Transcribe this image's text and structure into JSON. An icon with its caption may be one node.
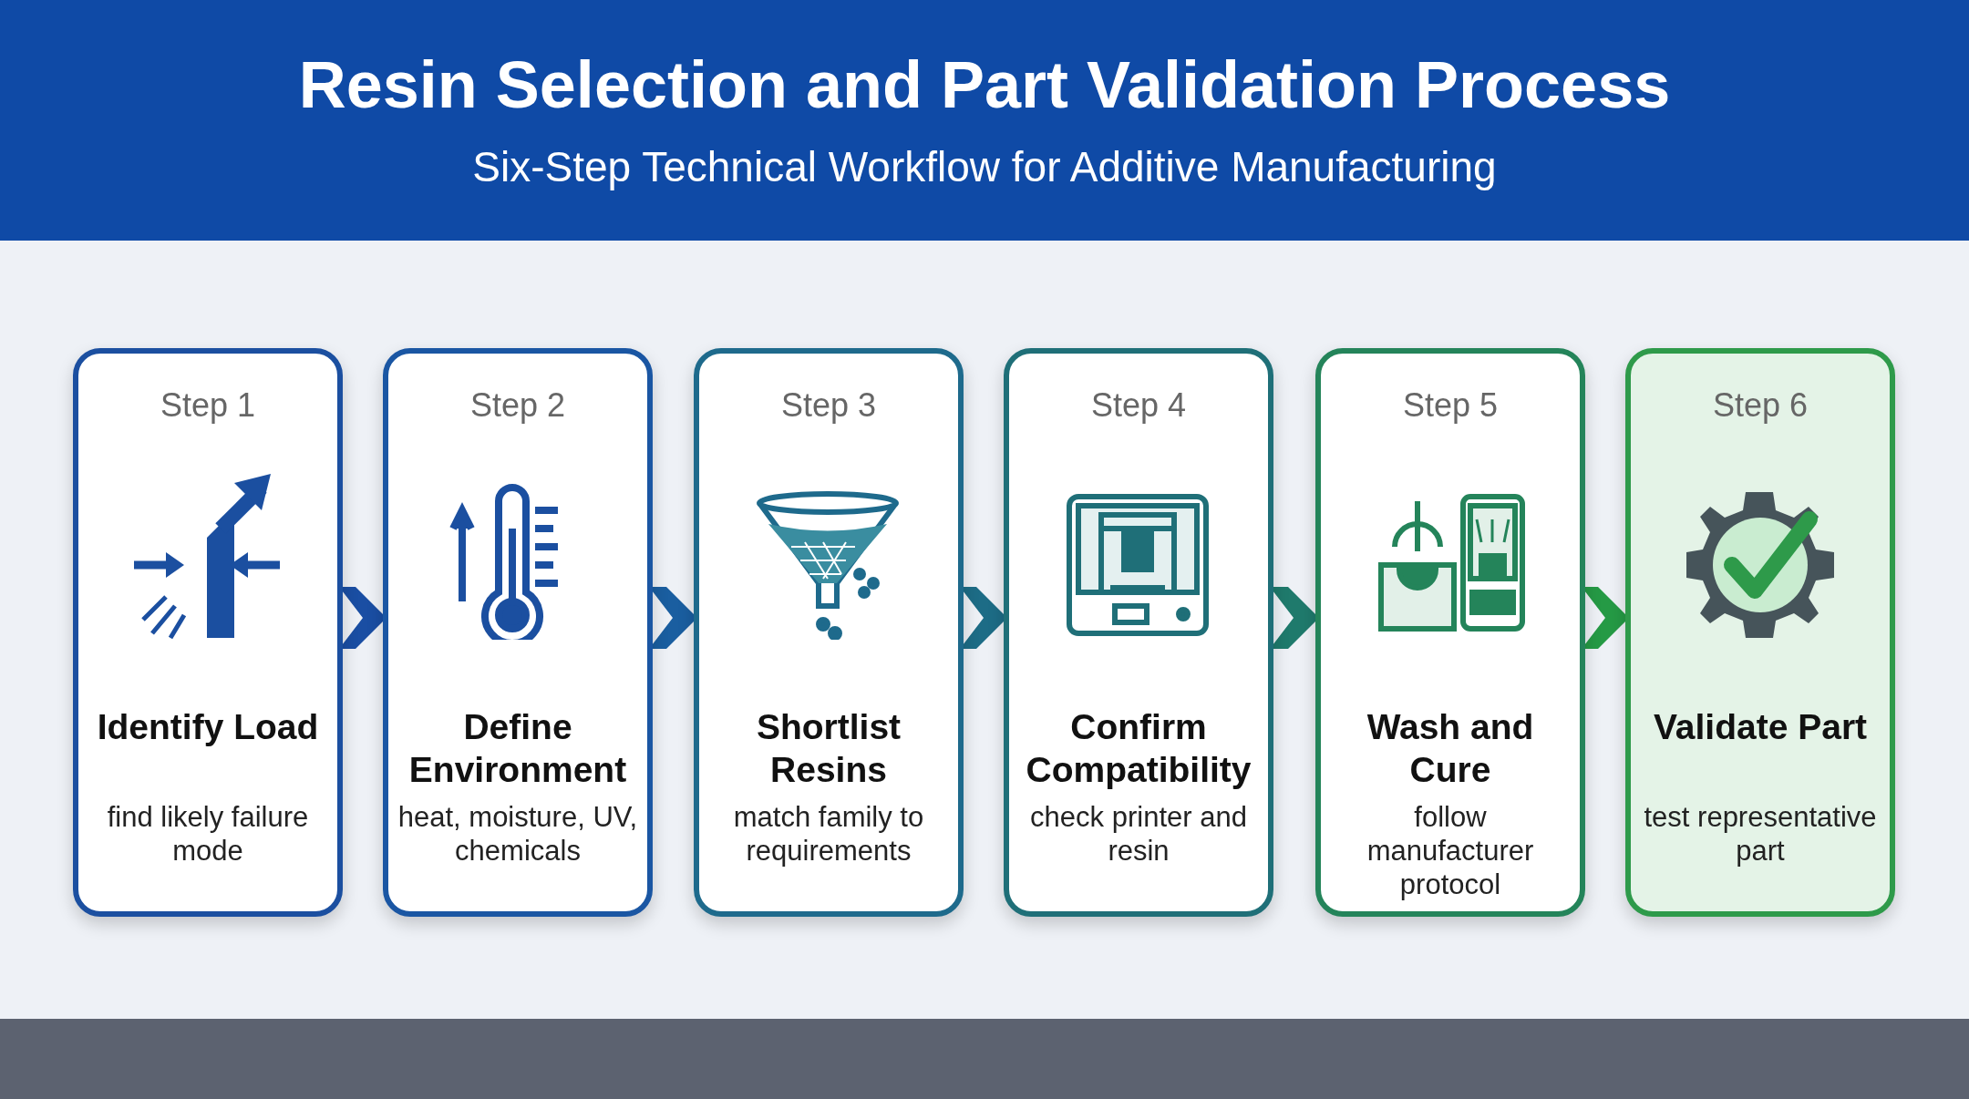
{
  "diagram": {
    "title": "Resin Selection and Part Validation Process",
    "caption": "Six-Step Technical Workflow for Additive Manufacturing",
    "nodes": [
      {
        "text": [
          "Step 1",
          "Identify Load",
          "find likely failure mode"
        ]
      },
      {
        "text": [
          "Step 2",
          "Define Environment",
          "heat, moisture, UV, chemicals"
        ]
      },
      {
        "text": [
          "Step 3",
          "Shortlist Resins",
          "match family to requirements"
        ]
      },
      {
        "text": [
          "Step 4",
          "Confirm Compatibility",
          "check printer and resin"
        ]
      },
      {
        "text": [
          "Step 5",
          "Wash and Cure",
          "follow manufacturer protocol"
        ]
      },
      {
        "text": [
          "Step 6",
          "Validate Part",
          "test representative part"
        ]
      }
    ],
    "edges": [
      {
        "from": 0,
        "to": 1,
        "arrow": "to",
        "color": "#1a4ea3"
      },
      {
        "from": 1,
        "to": 2,
        "arrow": "to",
        "color": "#1a5ea0"
      },
      {
        "from": 2,
        "to": 3,
        "arrow": "to",
        "color": "#1d6c86"
      },
      {
        "from": 3,
        "to": 4,
        "arrow": "to",
        "color": "#1f7a6c"
      },
      {
        "from": 4,
        "to": 5,
        "arrow": "to",
        "color": "#259a45"
      }
    ]
  }
}
